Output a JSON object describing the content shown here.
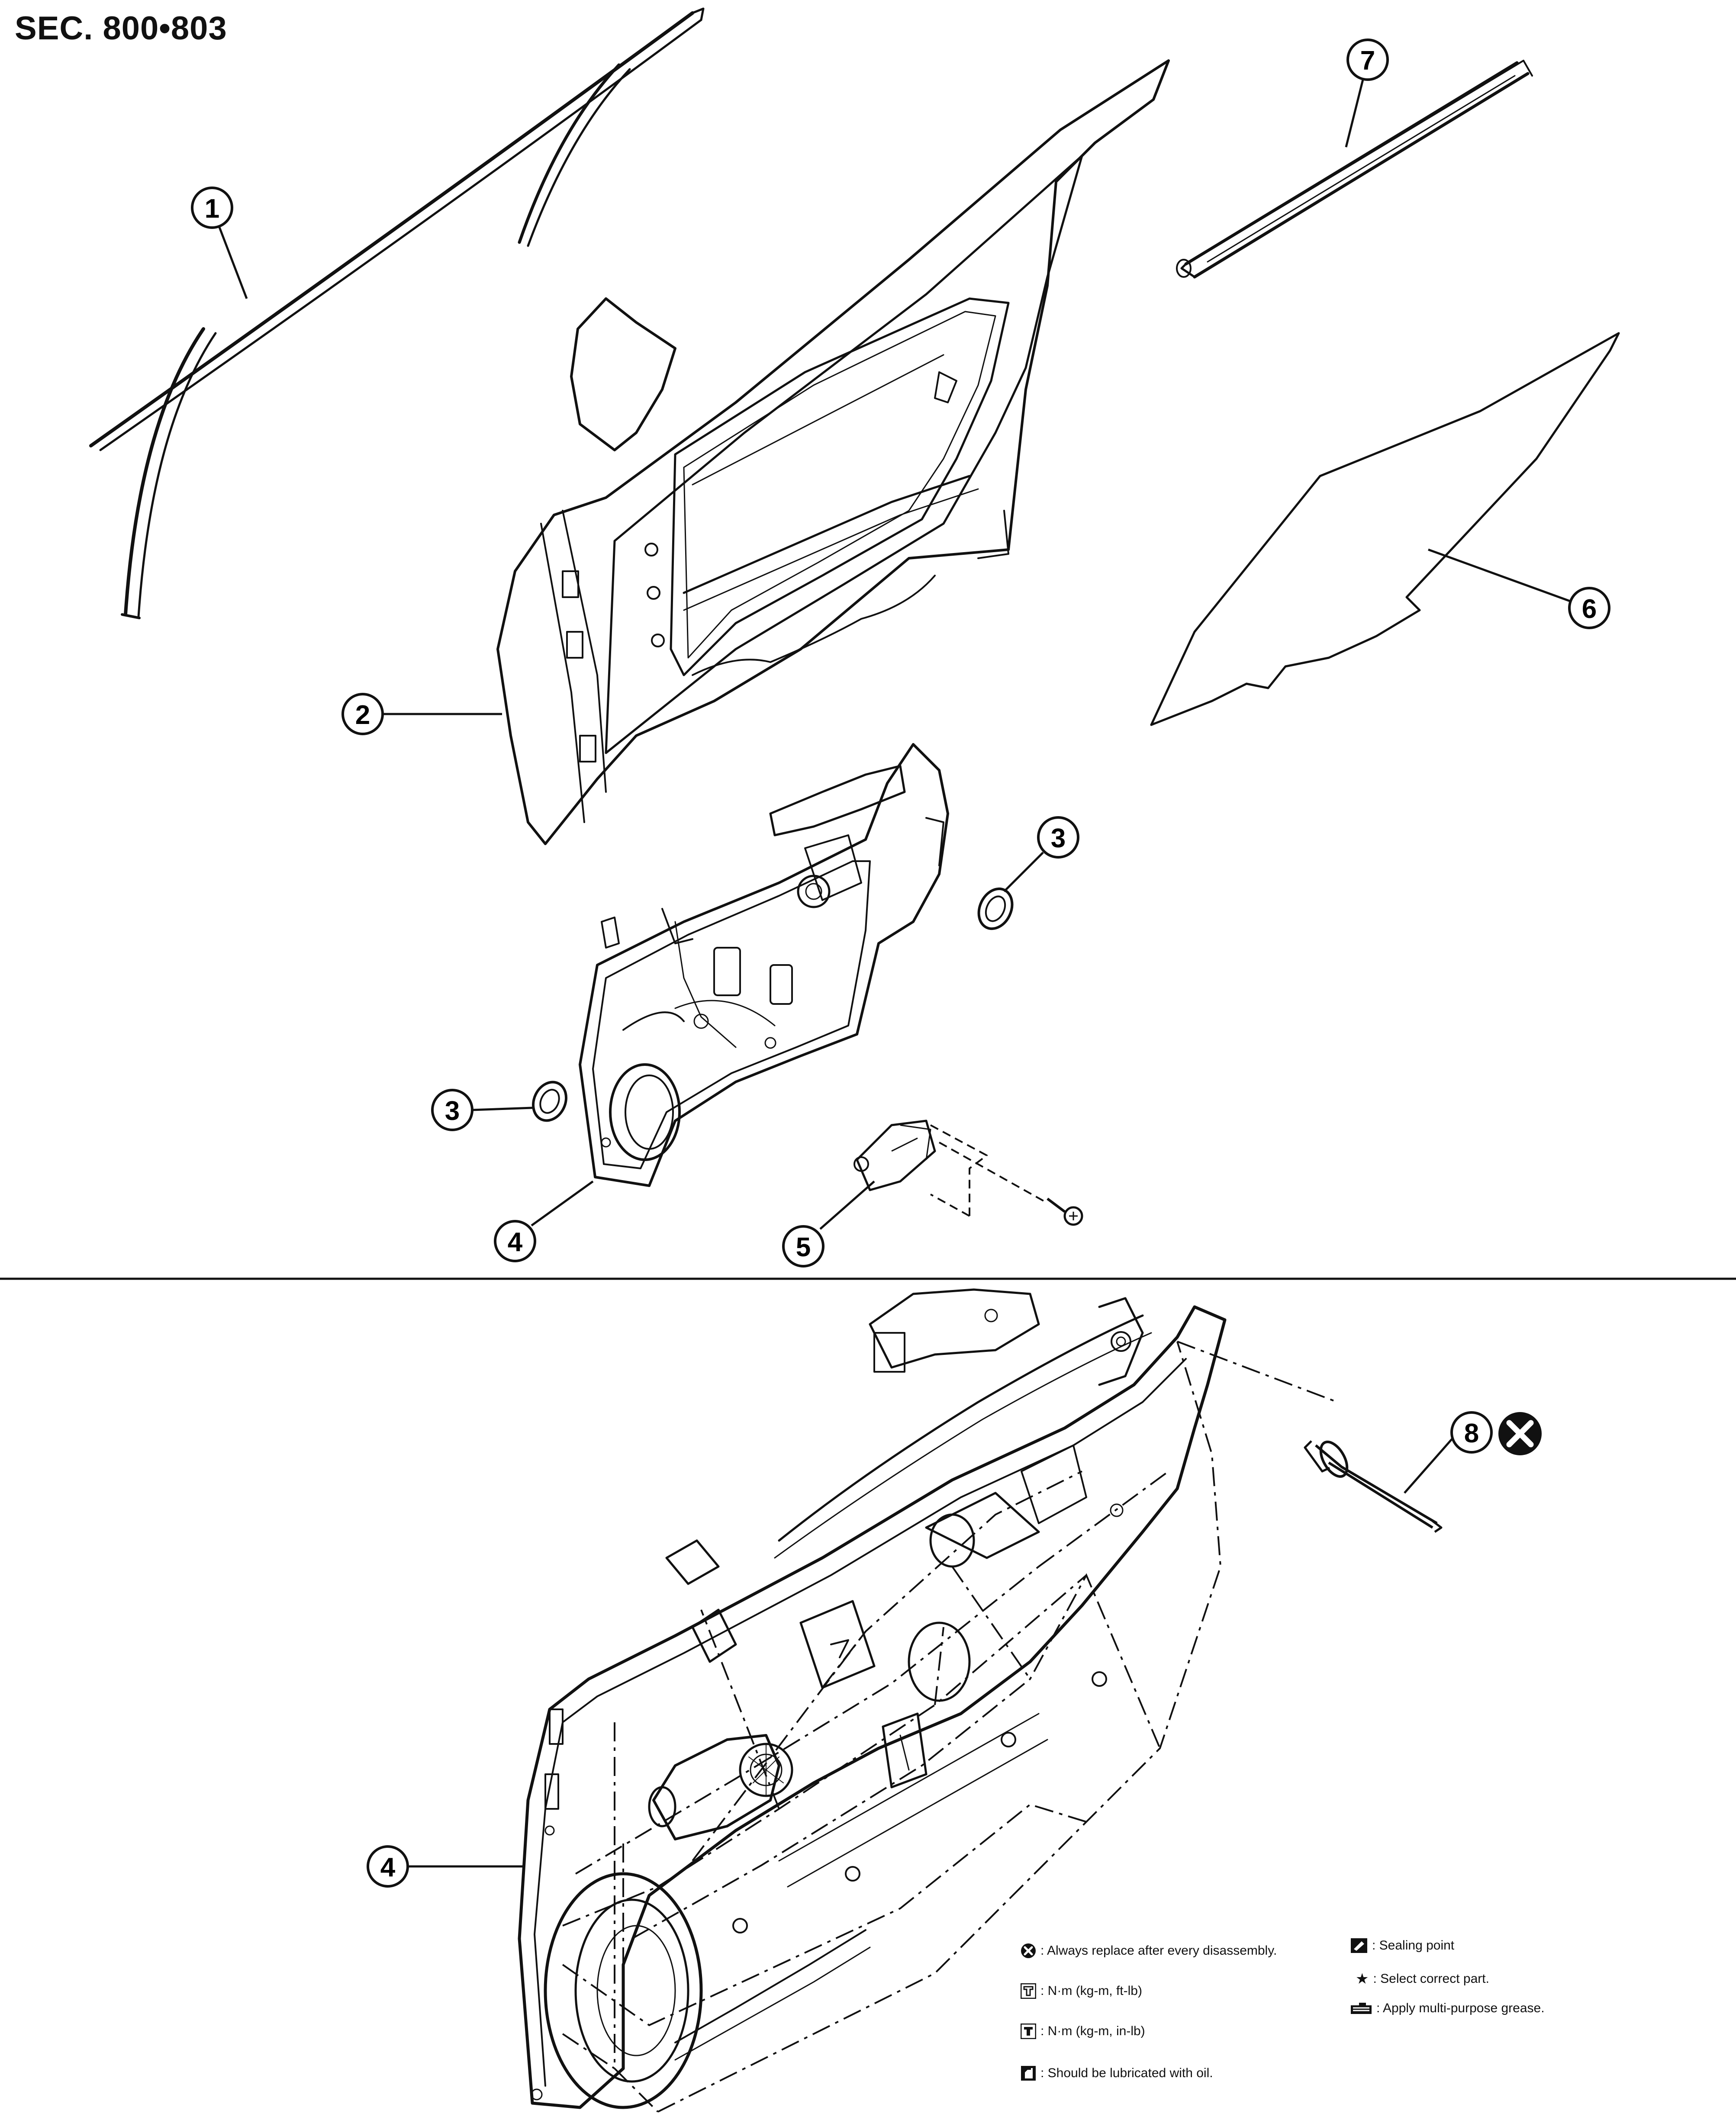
{
  "title": "SEC. 800•803",
  "callouts": {
    "c1": "1",
    "c2": "2",
    "c3a": "3",
    "c3b": "3",
    "c4a": "4",
    "c4b": "4",
    "c5": "5",
    "c6": "6",
    "c7": "7",
    "c8": "8"
  },
  "legend": {
    "replace": ": Always replace after every disassembly.",
    "torque_ft": ": N·m (kg-m, ft-lb)",
    "torque_in": ": N·m (kg-m, in-lb)",
    "oil": ": Should be lubricated with oil.",
    "sealing": ": Sealing point",
    "select": ": Select correct part.",
    "grease": ": Apply multi-purpose grease."
  },
  "icons": {
    "replace": "x-circle-icon",
    "torque_ft": "torque-ft-lb-icon",
    "torque_in": "torque-in-lb-icon",
    "oil": "oil-can-icon",
    "sealing": "sealing-point-icon",
    "select": "star-icon",
    "grease": "grease-icon"
  }
}
